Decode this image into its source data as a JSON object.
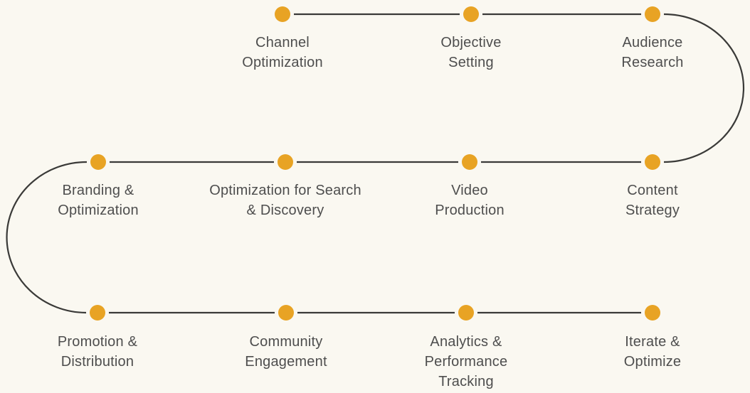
{
  "diagram": {
    "type": "serpentine-process-flow",
    "topic": "YouTube / video marketing workflow",
    "colors": {
      "background": "#faf8f1",
      "dot": "#e8a324",
      "line": "#3a3a38",
      "label": "#4e4e4e"
    },
    "rows": [
      {
        "nodes": [
          {
            "label": "Channel\nOptimization"
          },
          {
            "label": "Objective\nSetting"
          },
          {
            "label": "Audience\nResearch"
          }
        ]
      },
      {
        "nodes": [
          {
            "label": "Branding &\nOptimization"
          },
          {
            "label": "Optimization for Search\n& Discovery"
          },
          {
            "label": "Video\nProduction"
          },
          {
            "label": "Content\nStrategy"
          }
        ]
      },
      {
        "nodes": [
          {
            "label": "Promotion &\nDistribution"
          },
          {
            "label": "Community\nEngagement"
          },
          {
            "label": "Analytics &\nPerformance\nTracking"
          },
          {
            "label": "Iterate &\nOptimize"
          }
        ]
      }
    ]
  }
}
